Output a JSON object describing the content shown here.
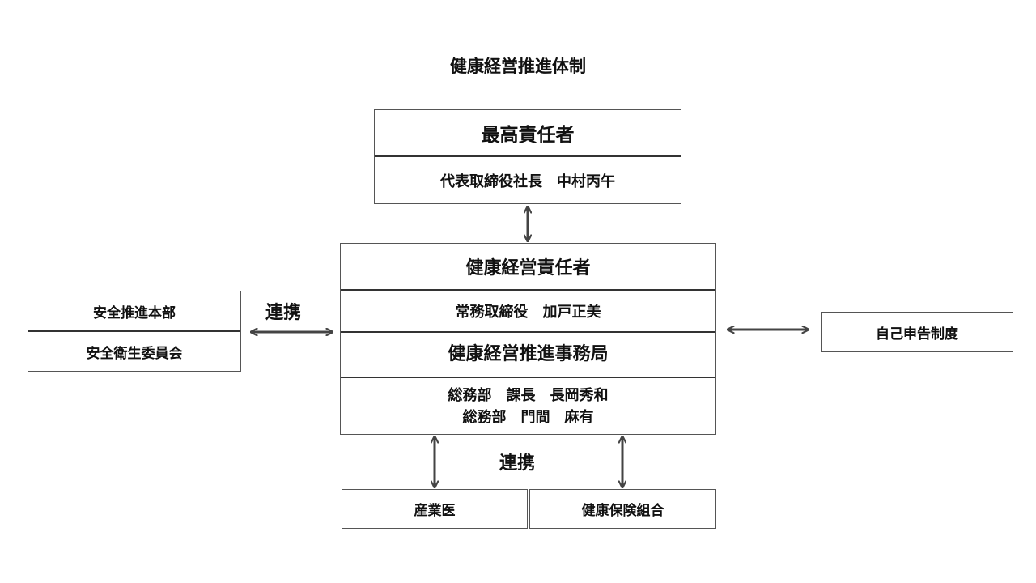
{
  "title": "健康経営推進体制",
  "top": {
    "heading": "最高責任者",
    "person": "代表取締役社長　中村丙午"
  },
  "center": {
    "heading1": "健康経営責任者",
    "person1": "常務取締役　加戸正美",
    "heading2": "健康経営推進事務局",
    "person2_line1": "総務部　課長　長岡秀和",
    "person2_line2": "総務部　門間　麻有"
  },
  "left": {
    "row1": "安全推進本部",
    "row2": "安全衛生委員会"
  },
  "right": {
    "label": "自己申告制度"
  },
  "bottom": {
    "left": "産業医",
    "right": "健康保険組合"
  },
  "links": {
    "left_label": "連携",
    "bottom_label": "連携"
  },
  "colors": {
    "line": "#555555",
    "arrow": "#444444"
  }
}
